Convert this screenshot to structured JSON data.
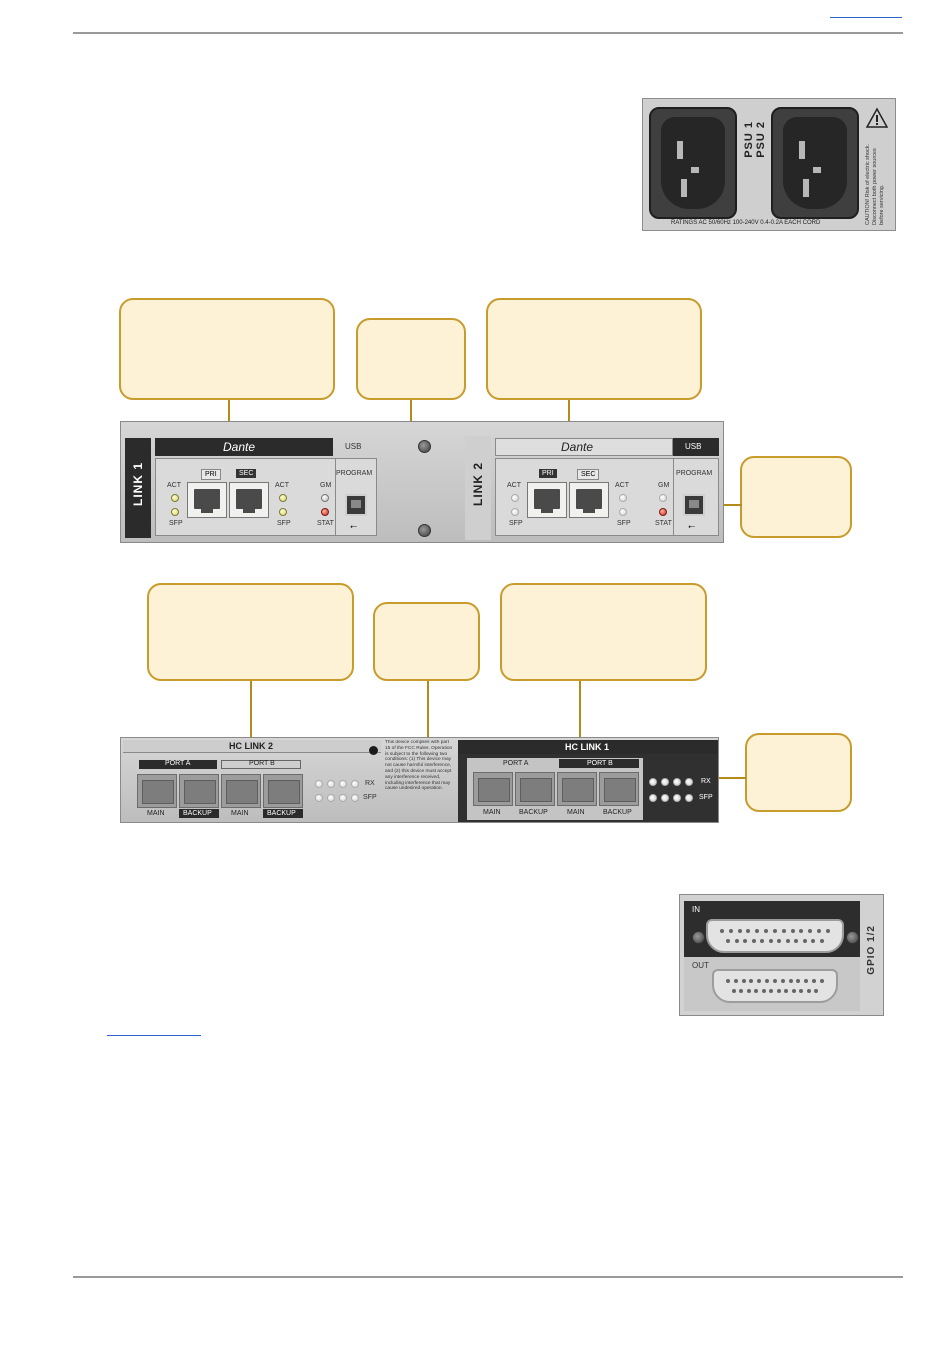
{
  "header": {
    "link_text": ""
  },
  "footer": {
    "link_text": ""
  },
  "psu_panel": {
    "label_1": "PSU 1",
    "label_2": "PSU 2",
    "ratings": "RATINGS AC    50/60Hz 100-240V 0.4-0.2A EACH CORD",
    "caution": "CAUTION! Risk of electric shock. Disconnect both power sources before servicing.",
    "warning_icon": "warning-triangle-icon"
  },
  "dante_panel": {
    "link1": {
      "vertical_label": "LINK 1",
      "brand": "Dante",
      "usb_header": "USB",
      "pri_label": "PRI",
      "sec_label": "SEC",
      "act_label": "ACT",
      "sfp_label": "SFP",
      "gm_label": "GM",
      "stat_label": "STAT",
      "program_label": "PROGRAM"
    },
    "link2": {
      "vertical_label": "LINK 2",
      "brand": "Dante",
      "usb_header": "USB",
      "pri_label": "PRI",
      "sec_label": "SEC",
      "act_label": "ACT",
      "sfp_label": "SFP",
      "gm_label": "GM",
      "stat_label": "STAT",
      "program_label": "PROGRAM"
    }
  },
  "hc_panel": {
    "hc2": {
      "title": "HC LINK 2",
      "port_a": "PORT A",
      "port_b": "PORT B",
      "main": "MAIN",
      "backup": "BACKUP",
      "rx": "RX",
      "sfp": "SFP"
    },
    "hc1": {
      "title": "HC LINK 1",
      "port_a": "PORT A",
      "port_b": "PORT B",
      "main": "MAIN",
      "backup": "BACKUP",
      "rx": "RX",
      "sfp": "SFP"
    },
    "fcc_text": "This device complies with part 15 of the FCC Rules. Operation is subject to the following two conditions: (1) This device may not cause harmful interference, and (2) this device must accept any interference received, including interference that may cause undesired operation."
  },
  "gpio_panel": {
    "in_label": "IN",
    "out_label": "OUT",
    "vertical_label": "GPIO 1/2"
  }
}
